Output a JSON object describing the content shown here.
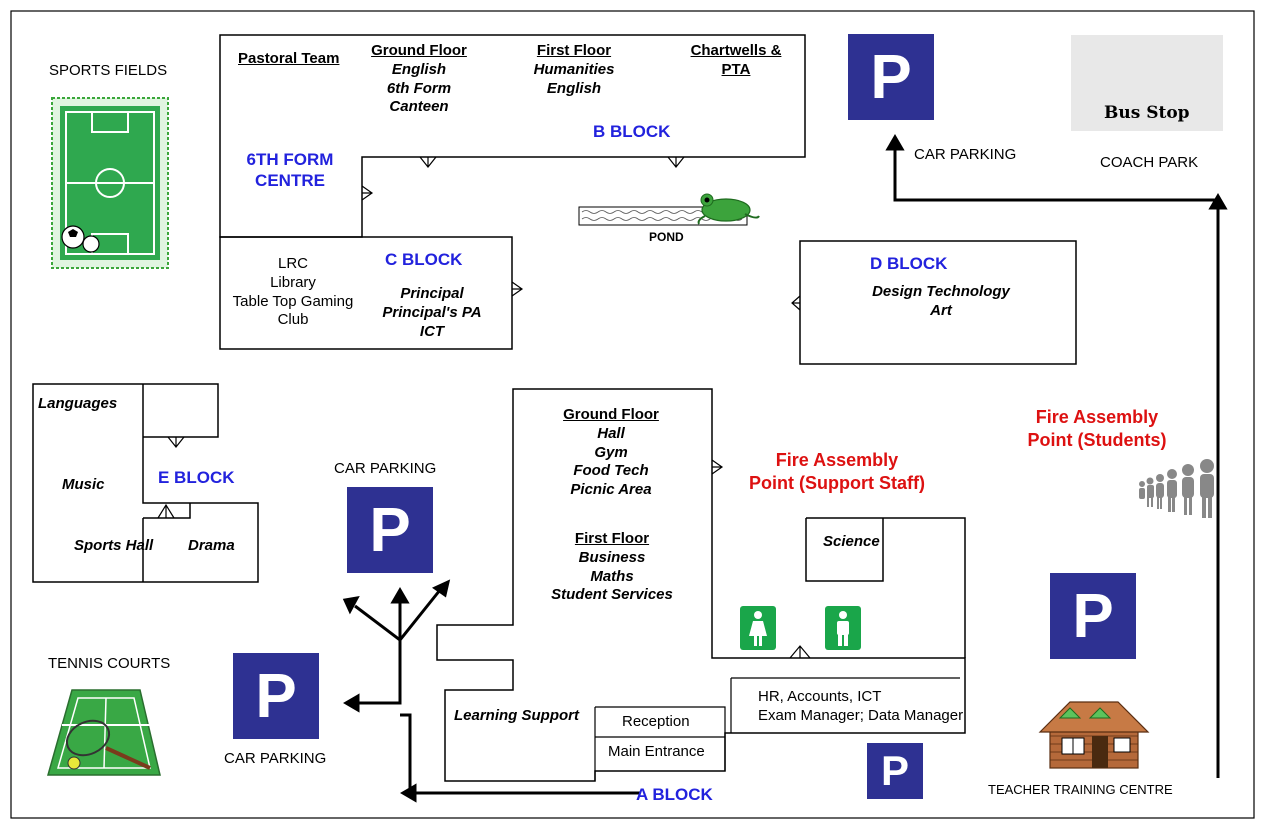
{
  "sports_fields": "SPORTS FIELDS",
  "tennis_courts": "TENNIS COURTS",
  "coach_park": "COACH PARK",
  "bus_stop": "Bus Stop",
  "teacher_training": "TEACHER TRAINING CENTRE",
  "pond": "POND",
  "parking_symbol": "P",
  "car_parking": [
    "CAR PARKING",
    "CAR PARKING",
    "CAR PARKING"
  ],
  "b_block": {
    "name": "B BLOCK",
    "pastoral": "Pastoral Team",
    "ground_floor_heading": "Ground Floor",
    "ground_floor": [
      "English",
      "6th Form",
      "Canteen"
    ],
    "first_floor_heading": "First Floor",
    "first_floor": [
      "Humanities",
      "English"
    ],
    "chartwells": [
      "Chartwells &",
      "PTA"
    ]
  },
  "sixth_form_centre": [
    "6TH FORM",
    "CENTRE"
  ],
  "c_block": {
    "name": "C BLOCK",
    "lrc": [
      "LRC",
      "Library",
      "Table Top Gaming",
      "Club"
    ],
    "rooms": [
      "Principal",
      "Principal's PA",
      "ICT"
    ]
  },
  "d_block": {
    "name": "D BLOCK",
    "rooms": [
      "Design Technology",
      "Art"
    ]
  },
  "e_block": {
    "name": "E BLOCK",
    "languages": "Languages",
    "music": "Music",
    "sports_hall": "Sports Hall",
    "drama": "Drama"
  },
  "a_block": {
    "name": "A BLOCK",
    "ground_floor_heading": "Ground Floor",
    "ground_floor": [
      "Hall",
      "Gym",
      "Food Tech",
      "Picnic Area"
    ],
    "first_floor_heading": "First Floor",
    "first_floor": [
      "Business",
      "Maths",
      "Student Services"
    ],
    "learning_support": "Learning Support",
    "reception": "Reception",
    "main_entrance": "Main Entrance",
    "science": "Science",
    "offices": [
      "HR, Accounts, ICT",
      "Exam Manager; Data Manager"
    ]
  },
  "fire_support": [
    "Fire Assembly",
    "Point (Support Staff)"
  ],
  "fire_students": [
    "Fire Assembly",
    "Point (Students)"
  ],
  "colors": {
    "block_label": "#2222dd",
    "fire_label": "#dd1111",
    "parking_sign": "#2e3192",
    "toilet_sign": "#1aa64a"
  }
}
